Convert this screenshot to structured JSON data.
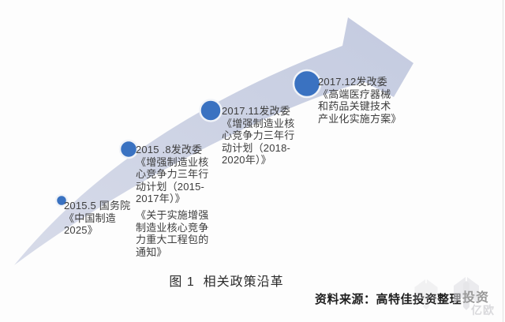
{
  "figure": {
    "caption": "图 1  相关政策沿革",
    "source_label": "资料来源：高特佳投资整理"
  },
  "timeline": {
    "kind": "ascending-arrow-policy-timeline",
    "milestones": [
      {
        "date": "2015.5",
        "issuer": "国务院",
        "documents": [
          "《中国制造2025》"
        ],
        "text": "2015.5 国务院\n《中国制造\n2025》"
      },
      {
        "date": "2015.8",
        "issuer": "发改委",
        "documents": [
          "《增强制造业核心竞争力三年行动计划（2015-2017年）》",
          "《关于实施增强制造业核心竞争力重大工程包的通知》"
        ],
        "text": "2015 .8发改委\n《增强制造业核\n心竞争力三年行\n动计划（2015-\n2017年）》",
        "text2": "《关于实施增强\n制造业核心竞争\n力重大工程包的\n通知》"
      },
      {
        "date": "2017.11",
        "issuer": "发改委",
        "documents": [
          "《增强制造业核心竞争力三年行动计划（2018-2020年）》"
        ],
        "text": "2017.11发改委\n《增强制造业核\n心竞争力三年行\n动计划（2018-\n2020年）》"
      },
      {
        "date": "2017.12",
        "issuer": "发改委",
        "documents": [
          "《高端医疗器械和药品关键技术产业化实施方案》"
        ],
        "text": "2017.12发改委\n《高端医疗器械\n和药品关键技术\n产业化实施方案》"
      }
    ]
  },
  "watermark": {
    "overlay_text": "投资",
    "brand": "亿欧"
  },
  "colors": {
    "arrow_fill_light": "#d5d9e8",
    "arrow_fill": "#c7cde1",
    "dot_fill": "#3a72c1",
    "dot_ring": "#f0f3f8",
    "text": "#3d3d3d"
  }
}
